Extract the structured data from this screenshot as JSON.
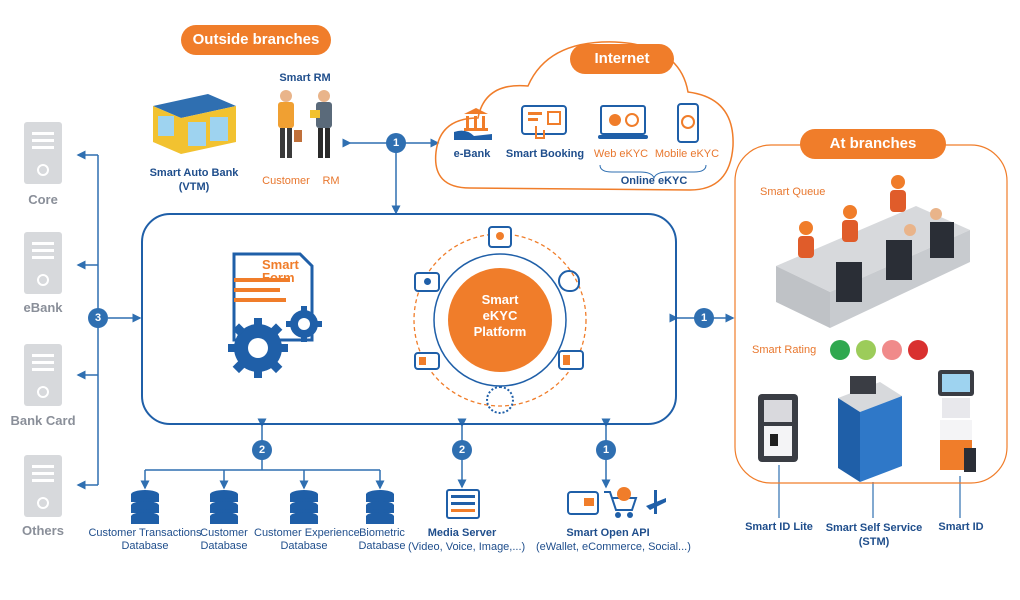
{
  "headers": {
    "outside_branches": "Outside branches",
    "internet": "Internet",
    "at_branches": "At branches"
  },
  "outside": {
    "smart_rm": "Smart RM",
    "customer": "Customer",
    "rm": "RM",
    "auto_bank": "Smart Auto Bank",
    "vtm": "(VTM)"
  },
  "internet": {
    "ebank": "e-Bank",
    "smart_booking": "Smart Booking",
    "web_ekyc": "Web eKYC",
    "mobile_ekyc": "Mobile eKYC",
    "online_ekyc": "Online eKYC"
  },
  "platform": {
    "smart_form_line1": "Smart",
    "smart_form_line2": "Form",
    "center_line1": "Smart",
    "center_line2": "eKYC",
    "center_line3": "Platform"
  },
  "left_systems": [
    "Core",
    "eBank",
    "Bank Card",
    "Others"
  ],
  "databases": [
    {
      "line1": "Customer Transactions",
      "line2": "Database"
    },
    {
      "line1": "Customer",
      "line2": "Database"
    },
    {
      "line1": "Customer Experience",
      "line2": "Database"
    },
    {
      "line1": "Biometric",
      "line2": "Database"
    }
  ],
  "media_server": {
    "title": "Media Server",
    "sub": "(Video, Voice, Image,...)"
  },
  "open_api": {
    "title": "Smart Open API",
    "sub": "(eWallet, eCommerce, Social...)"
  },
  "branches": {
    "smart_queue": "Smart Queue",
    "smart_rating": "Smart Rating",
    "id_lite": "Smart ID Lite",
    "self_service_line1": "Smart Self Service",
    "self_service_line2": "(STM)",
    "smart_id": "Smart ID"
  },
  "badges": {
    "b1": "1",
    "b2": "2",
    "b3": "3"
  },
  "colors": {
    "orange": "#f07d2a",
    "blue": "#1f5fa8",
    "grey": "#d7d9dc"
  }
}
